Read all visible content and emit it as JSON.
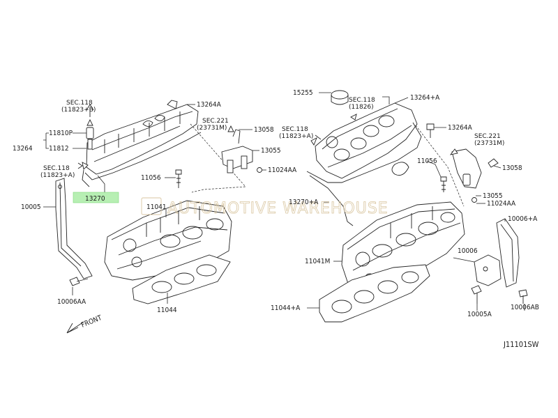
{
  "watermark": "AUTOMOTIVE WAREHOUSE",
  "diagram_code": "J11101SW",
  "front_label": "FRONT",
  "highlight_color": "#b7efb3",
  "labels_left": {
    "sec118_top": "SEC.118",
    "sec118_top_sub": "(11823+B)",
    "p11810P": "11810P",
    "p11812": "11812",
    "p13264": "13264",
    "sec118_bottom": "SEC.118",
    "sec118_bottom_sub": "(11823+A)",
    "p13270": "13270",
    "p10005": "10005",
    "p13264A": "13264A",
    "sec221": "SEC.221",
    "sec221_sub": "(23731M)",
    "p13058": "13058",
    "p13055": "13055",
    "p11024AA": "11024AA",
    "p11056": "11056",
    "p11041": "11041",
    "p10006AA": "10006AA",
    "p11044": "11044"
  },
  "labels_right": {
    "p15255": "15255",
    "sec118_top": "SEC.118",
    "sec118_top_sub": "(11826)",
    "p13264A_plus": "13264+A",
    "sec118_mid": "SEC.118",
    "sec118_mid_sub": "(11823+A)",
    "p13264A": "13264A",
    "sec221": "SEC.221",
    "sec221_sub": "(23731M)",
    "p11056": "11056",
    "p13058": "13058",
    "p13055": "13055",
    "p11024AA": "11024AA",
    "p13270A": "13270+A",
    "p10006A": "10006+A",
    "p11041M": "11041M",
    "p10006": "10006",
    "p11044A": "11044+A",
    "p10005A": "10005A",
    "p10006AB": "10006AB"
  }
}
